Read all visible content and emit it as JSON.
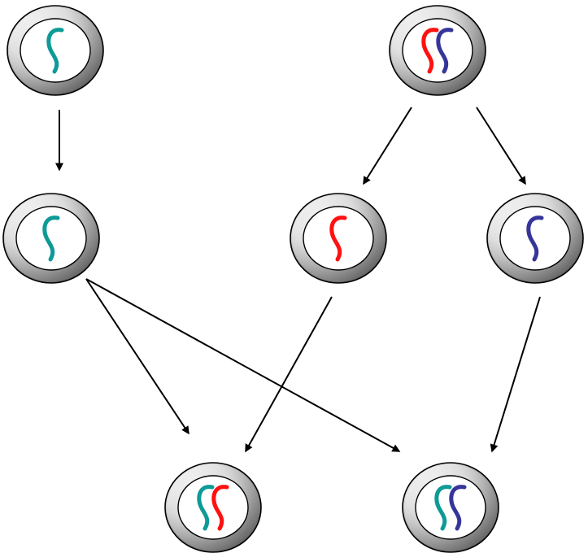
{
  "diagram": {
    "background": "#ffffff",
    "colors": {
      "teal": "#0e9a96",
      "red": "#ff1111",
      "navy": "#36359a",
      "edge": "#000000",
      "ring_outer_stroke": "#000000",
      "ring_light": "#f2f2f2",
      "ring_mid": "#b8b8b8",
      "ring_dark": "#6f6f6f",
      "inner_fill": "#ffffff"
    },
    "nodes": [
      {
        "id": "top-left-teal",
        "chromosomes": [
          "teal"
        ]
      },
      {
        "id": "top-right-red-navy",
        "chromosomes": [
          "red",
          "navy"
        ]
      },
      {
        "id": "middle-left-teal",
        "chromosomes": [
          "teal"
        ]
      },
      {
        "id": "middle-center-red",
        "chromosomes": [
          "red"
        ]
      },
      {
        "id": "middle-right-navy",
        "chromosomes": [
          "navy"
        ]
      },
      {
        "id": "bottom-left-teal-red",
        "chromosomes": [
          "teal",
          "red"
        ]
      },
      {
        "id": "bottom-right-teal-navy",
        "chromosomes": [
          "teal",
          "navy"
        ]
      }
    ],
    "edges": [
      {
        "from": "top-left-teal",
        "to": "middle-left-teal"
      },
      {
        "from": "top-right-red-navy",
        "to": "middle-center-red"
      },
      {
        "from": "top-right-red-navy",
        "to": "middle-right-navy"
      },
      {
        "from": "middle-left-teal",
        "to": "bottom-left-teal-red"
      },
      {
        "from": "middle-left-teal",
        "to": "bottom-right-teal-navy"
      },
      {
        "from": "middle-center-red",
        "to": "bottom-left-teal-red"
      },
      {
        "from": "middle-right-navy",
        "to": "bottom-right-teal-navy"
      }
    ]
  }
}
